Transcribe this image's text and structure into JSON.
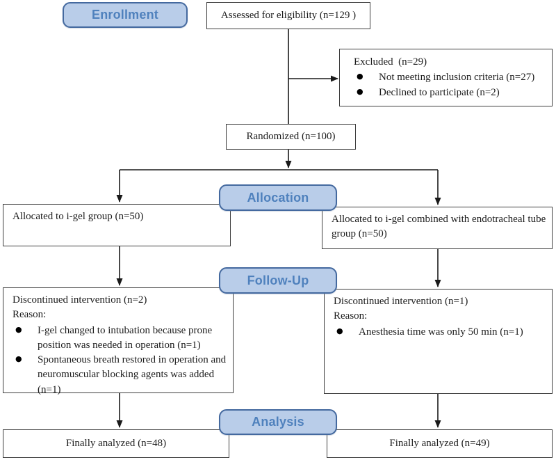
{
  "diagram_title": "CONSORT participant flow diagram",
  "colors": {
    "stage_fill": "#b9cde9",
    "stage_border": "#44699f",
    "stage_text": "#4f81bd",
    "box_border": "#3d3d3d",
    "connector": "#1a1a1a"
  },
  "stages": {
    "enrollment": "Enrollment",
    "allocation": "Allocation",
    "followup": "Follow-Up",
    "analysis": "Analysis"
  },
  "boxes": {
    "assessed": "Assessed for eligibility (n=129 )",
    "excluded": {
      "title": "Excluded  (n=29)",
      "items": [
        "Not meeting inclusion criteria (n=27)",
        "Declined to participate (n=2)"
      ]
    },
    "randomized": "Randomized (n=100)",
    "alloc_left": "Allocated to i-gel group (n=50)",
    "alloc_right": "Allocated to i-gel combined with endotracheal tube\ngroup (n=50)",
    "fu_left": {
      "title": "Discontinued intervention (n=2)",
      "reason_label": "Reason:",
      "items": [
        "I-gel changed to intubation because prone position was needed in operation (n=1)",
        "Spontaneous breath restored in operation and neuromuscular blocking agents was added (n=1)"
      ]
    },
    "fu_right": {
      "title": "Discontinued intervention (n=1)",
      "reason_label": "Reason:",
      "items": [
        "Anesthesia time was only 50 min (n=1)"
      ]
    },
    "an_left": "Finally analyzed (n=48)",
    "an_right": "Finally analyzed (n=49)"
  },
  "icons": {
    "bullet": "●"
  }
}
